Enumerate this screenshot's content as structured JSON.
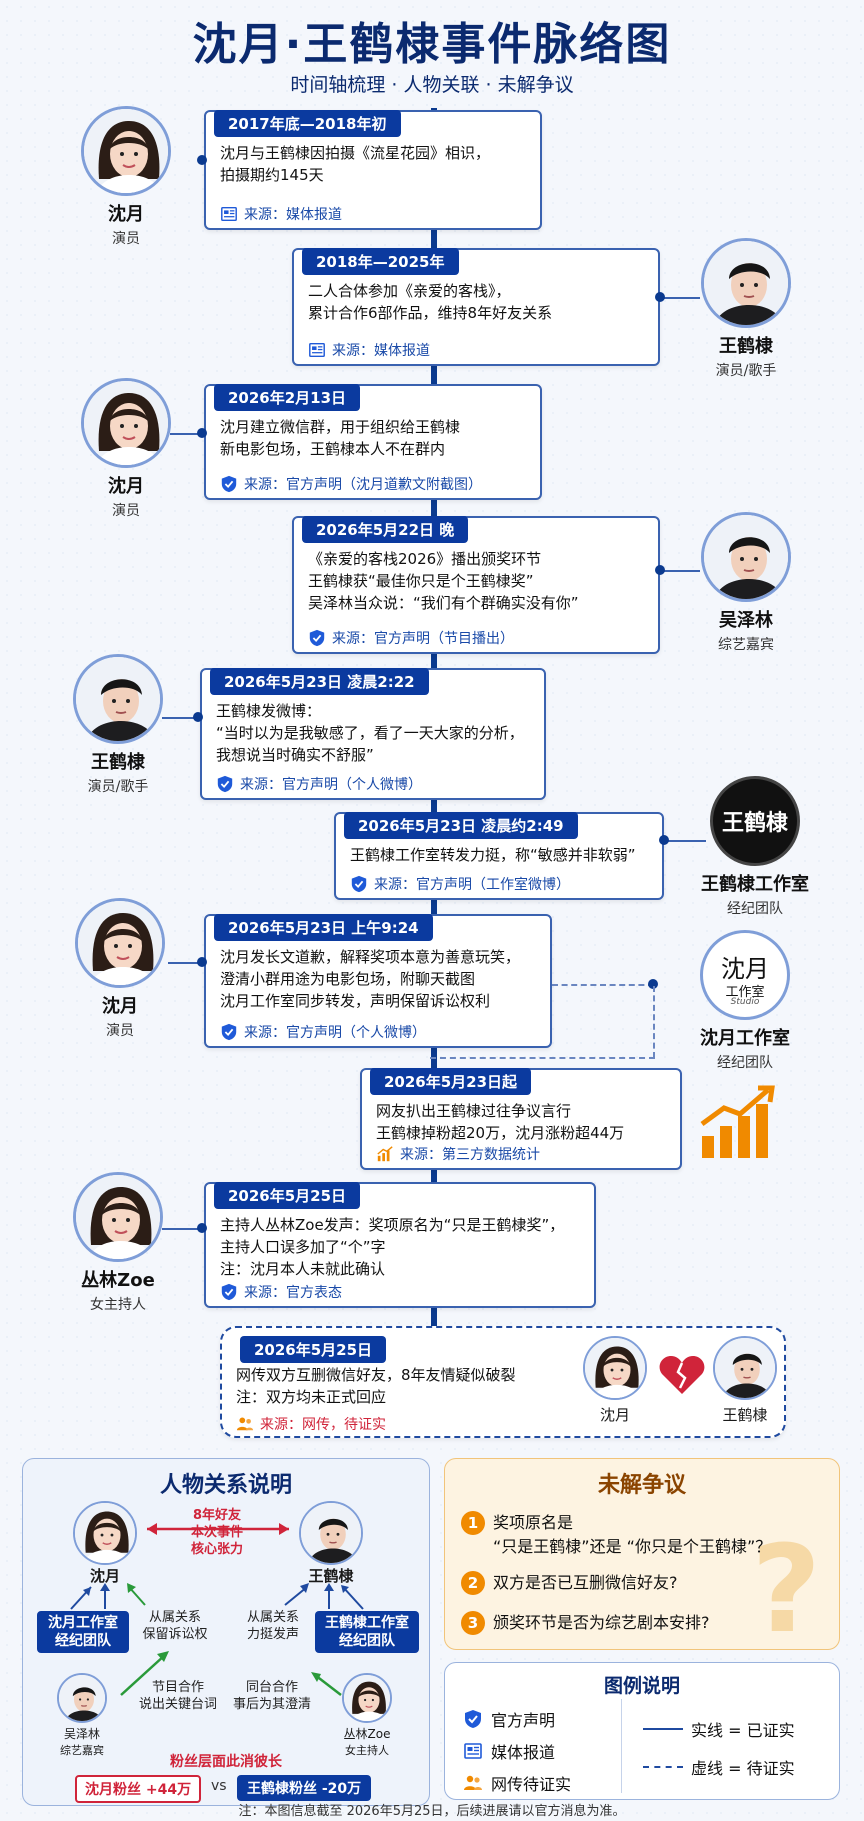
{
  "header": {
    "title": "沈月·王鹤棣事件脉络图",
    "subtitle": "时间轴梳理 · 人物关联 · 未解争议"
  },
  "people": {
    "shenyue": {
      "name": "沈月",
      "role": "演员"
    },
    "wanghedi": {
      "name": "王鹤棣",
      "role": "演员/歌手"
    },
    "wuzelin": {
      "name": "吴泽林",
      "role": "综艺嘉宾"
    },
    "whd_studio": {
      "name": "王鹤棣工作室",
      "role": "经纪团队",
      "logo": "王鹤棣"
    },
    "sy_studio": {
      "name": "沈月工作室",
      "role": "经纪团队",
      "logo_main": "沈月",
      "logo_sub": "工作室",
      "logo_script": "Studio"
    },
    "conglin": {
      "name": "丛林Zoe",
      "role": "女主持人"
    }
  },
  "events": [
    {
      "date": "2017年底—2018年初",
      "text": "沈月与王鹤棣因拍摄《流星花园》相识，\n拍摄期约145天",
      "source": "来源：媒体报道",
      "icon": "newspaper-icon"
    },
    {
      "date": "2018年—2025年",
      "text": "二人合体参加《亲爱的客栈》，\n累计合作6部作品，维持8年好友关系",
      "source": "来源：媒体报道",
      "icon": "newspaper-icon"
    },
    {
      "date": "2026年2月13日",
      "text": "沈月建立微信群，用于组织给王鹤棣\n新电影包场，王鹤棣本人不在群内",
      "source": "来源：官方声明（沈月道歉文附截图）",
      "icon": "shield-check-icon"
    },
    {
      "date": "2026年5月22日 晚",
      "text": "《亲爱的客栈2026》播出颁奖环节\n王鹤棣获“最佳你只是个王鹤棣奖”\n吴泽林当众说：“我们有个群确实没有你”",
      "source": "来源：官方声明（节目播出）",
      "icon": "shield-check-icon"
    },
    {
      "date": "2026年5月23日 凌晨2:22",
      "text": "王鹤棣发微博：\n“当时以为是我敏感了，看了一天大家的分析，\n我想说当时确实不舒服”",
      "source": "来源：官方声明（个人微博）",
      "icon": "shield-check-icon"
    },
    {
      "date": "2026年5月23日 凌晨约2:49",
      "text": "王鹤棣工作室转发力挺，称“敏感并非软弱”",
      "source": "来源：官方声明（工作室微博）",
      "icon": "shield-check-icon"
    },
    {
      "date": "2026年5月23日 上午9:24",
      "text": "沈月发长文道歉，解释奖项本意为善意玩笑，\n澄清小群用途为电影包场，附聊天截图\n沈月工作室同步转发，声明保留诉讼权利",
      "source": "来源：官方声明（个人微博）",
      "icon": "shield-check-icon"
    },
    {
      "date": "2026年5月23日起",
      "text": "网友扒出王鹤棣过往争议言行\n王鹤棣掉粉超20万，沈月涨粉超44万",
      "source": "来源：第三方数据统计",
      "icon": "bar-chart-icon"
    },
    {
      "date": "2026年5月25日",
      "text": "主持人丛林Zoe发声：奖项原名为“只是王鹤棣奖”，\n主持人口误多加了“个”字\n注：沈月本人未就此确认",
      "source": "来源：官方表态",
      "icon": "shield-check-icon"
    },
    {
      "date": "2026年5月25日",
      "text": "网传双方互删微信好友，8年友情疑似破裂\n注：双方均未正式回应",
      "source": "来源：网传，待证实",
      "icon": "people-icon"
    }
  ],
  "relations": {
    "title": "人物关系说明",
    "center_label": "8年好友\n本次事件\n核心张力",
    "sy_studio_box": "沈月工作室\n经纪团队",
    "whd_studio_box": "王鹤棣工作室\n经纪团队",
    "sy_studio_rel": "从属关系\n保留诉讼权",
    "whd_studio_rel": "从属关系\n力挺发声",
    "wzl_rel": "节目合作\n说出关键台词",
    "cl_rel": "同台合作\n事后为其澄清",
    "fans_title": "粉丝层面此消彼长",
    "fans_left": "沈月粉丝 +44万",
    "fans_vs": "vs",
    "fans_right": "王鹤棣粉丝 -20万"
  },
  "disputes": {
    "title": "未解争议",
    "items": [
      {
        "num": "1",
        "text": "奖项原名是\n“只是王鹤棣”还是 “你只是个王鹤棣”？"
      },
      {
        "num": "2",
        "text": "双方是否已互删微信好友?"
      },
      {
        "num": "3",
        "text": "颁奖环节是否为综艺剧本安排?"
      }
    ]
  },
  "legend": {
    "title": "图例说明",
    "official": "官方声明",
    "media": "媒体报道",
    "rumor": "网传待证实",
    "solid": "实线 = 已证实",
    "dashed": "虚线 = 待证实"
  },
  "footnote": "注：本图信息截至 2026年5月25日，后续进展请以官方消息为准。",
  "colors": {
    "navy": "#0b3a9f",
    "accent_orange": "#f08a00",
    "alert_red": "#d0243a",
    "blue_text": "#1a4aa8"
  }
}
